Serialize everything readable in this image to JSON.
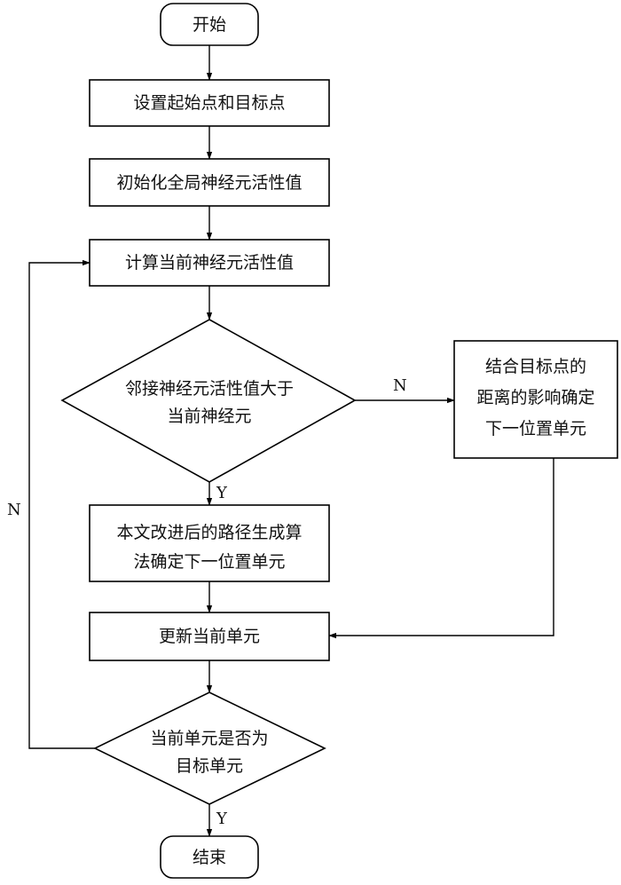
{
  "nodes": {
    "start": "开始",
    "set_points": "设置起始点和目标点",
    "init_activity": "初始化全局神经元活性值",
    "calc_activity": "计算当前神经元活性值",
    "decision_neighbor": [
      "邻接神经元活性值大于",
      "当前神经元"
    ],
    "combine_distance": [
      "结合目标点的",
      "距离的影响确定",
      "下一位置单元"
    ],
    "improved_algorithm": [
      "本文改进后的路径生成算",
      "法确定下一位置单元"
    ],
    "update_unit": "更新当前单元",
    "decision_target": [
      "当前单元是否为",
      "目标单元"
    ],
    "end": "结束"
  },
  "edge_labels": {
    "neighbor_no": "N",
    "neighbor_yes": "Y",
    "target_no": "N",
    "target_yes": "Y"
  }
}
